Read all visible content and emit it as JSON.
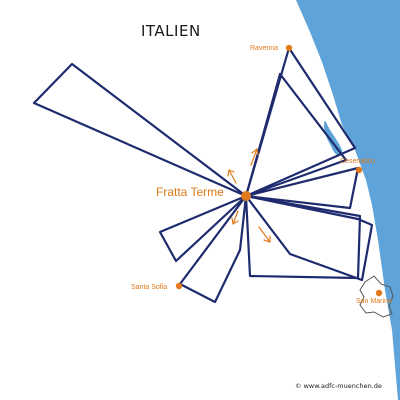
{
  "map": {
    "country_label": "ITALIEN",
    "hub": {
      "name": "Fratta Terme"
    },
    "towns": [
      {
        "id": "ravenna",
        "name": "Ravenna"
      },
      {
        "id": "cesenatico",
        "name": "Cesenatico"
      },
      {
        "id": "santa-sofia",
        "name": "Santa Sofia"
      },
      {
        "id": "san-marino",
        "name": "San Marino"
      }
    ],
    "credit": "© www.adfc-muenchen.de",
    "colors": {
      "sea": "#5ea3d9",
      "route": "#1e2b6e",
      "marker": "#e07a1a",
      "border": "#555555"
    }
  }
}
